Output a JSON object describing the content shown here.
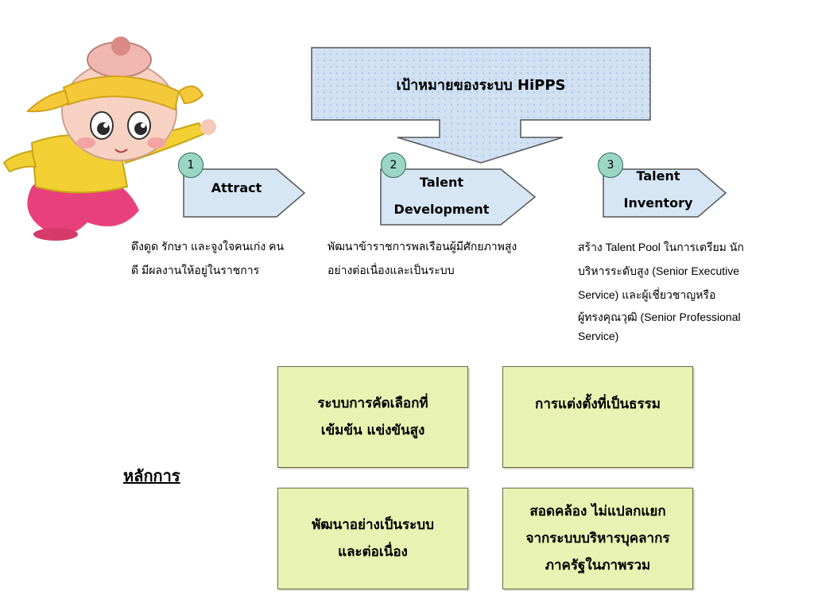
{
  "goal": {
    "title": "เป้าหมายของระบบ HiPPS"
  },
  "steps": [
    {
      "number": "1",
      "label_lines": [
        "Attract"
      ],
      "description_lines": [
        "ดึงดูด รักษา และจูงใจคนเก่ง  คน",
        "ดี มีผลงานให้อยู่ในราชการ"
      ]
    },
    {
      "number": "2",
      "label_lines": [
        "Talent",
        "Development"
      ],
      "description_lines": [
        "พัฒนาข้าราชการพลเรือนผู้มีศักยภาพสูง",
        "อย่างต่อเนื่องและเป็นระบบ"
      ]
    },
    {
      "number": "3",
      "label_lines": [
        "Talent",
        "Inventory"
      ],
      "description_lines": [
        "สร้าง Talent Pool ในการเตรียม  นัก",
        "บริหารระดับสูง (Senior Executive",
        "Service) และผู้เชี่ยวชาญหรือ",
        "ผู้ทรงคุณวุฒิ (Senior Professional",
        "Service)"
      ]
    }
  ],
  "principles": {
    "label": "หลักการ",
    "boxes": [
      {
        "text": "ระบบการคัดเลือกที่\nเข้มข้น แข่งขันสูง"
      },
      {
        "text": "การแต่งตั้งที่เป็นธรรม"
      },
      {
        "text": "พัฒนาอย่างเป็นระบบ\nและต่อเนื่อง"
      },
      {
        "text": "สอดคล้อง ไม่แปลกแยก\nจากระบบบริหารบุคลากร\nภาครัฐในภาพรวม"
      }
    ]
  },
  "colors": {
    "callout_fill": "#cfe0f2",
    "arrow_fill": "#d6e6f5",
    "badge_fill": "#9bd6c4",
    "principle_fill": "#e8f2b2"
  }
}
